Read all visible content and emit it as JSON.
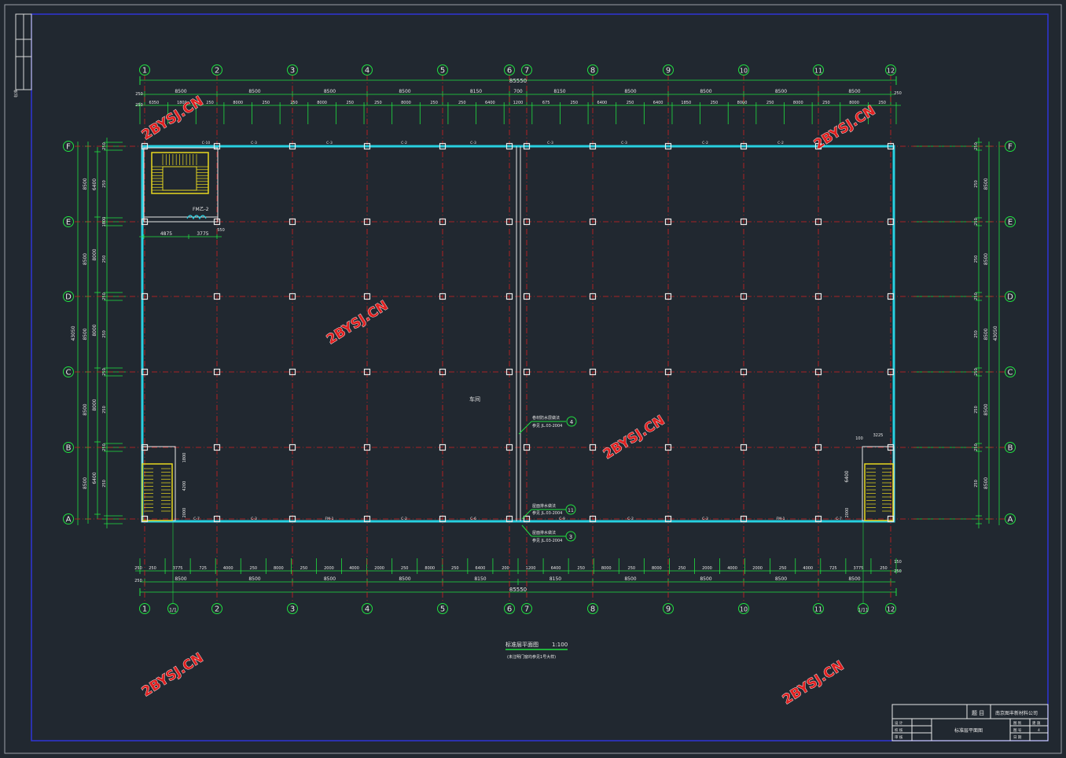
{
  "colors": {
    "background": "#212830",
    "frame": "#2f34d8",
    "grid_axis": "#d42020",
    "wall": "#28d0e0",
    "dimension": "#20e040",
    "column": "#e8e8e8",
    "stair": "#e8d820",
    "text": "#e8e8e8",
    "watermark": "#e02020"
  },
  "axes": {
    "columns_top": [
      "1",
      "2",
      "3",
      "4",
      "5",
      "6",
      "7",
      "8",
      "9",
      "10",
      "11",
      "12"
    ],
    "columns_bottom": [
      "1",
      "1/1",
      "2",
      "3",
      "4",
      "5",
      "6",
      "7",
      "8",
      "9",
      "10",
      "11",
      "1/11",
      "12"
    ],
    "rows": [
      "F",
      "E",
      "D",
      "C",
      "B",
      "A"
    ]
  },
  "dimensions": {
    "total_length": "85550",
    "total_width": "43050",
    "top_bays": [
      "8500",
      "8500",
      "8500",
      "8500",
      "8150",
      "700",
      "8150",
      "8500",
      "8500",
      "8500",
      "8500"
    ],
    "top_inner": [
      "6350",
      "1800",
      "250",
      "8000",
      "250",
      "250",
      "8000",
      "250",
      "250",
      "8000",
      "250",
      "250",
      "6400",
      "1200",
      "675",
      "250",
      "6400",
      "250",
      "6400",
      "1850",
      "250",
      "8000",
      "250",
      "8000",
      "250",
      "8000",
      "250"
    ],
    "top_edge": [
      "250",
      "250",
      "250"
    ],
    "bottom_bays": [
      "8500",
      "8500",
      "8500",
      "8500",
      "8150",
      "8150",
      "8500",
      "8500",
      "8500",
      "8500"
    ],
    "bottom_inner": [
      "250",
      "3775",
      "725",
      "4000",
      "250",
      "8000",
      "250",
      "2000",
      "4000",
      "2000",
      "250",
      "8000",
      "250",
      "6400",
      "200",
      "1200",
      "6400",
      "250",
      "8000",
      "250",
      "8000",
      "250",
      "2000",
      "4000",
      "2000",
      "250",
      "4000",
      "725",
      "3775",
      "250"
    ],
    "bottom_edge": [
      "250",
      "250",
      "150",
      "250"
    ],
    "left_rows": [
      "8500",
      "8500",
      "8500",
      "8500",
      "8500"
    ],
    "left_inner": [
      "6400",
      "8000",
      "8000",
      "8000",
      "6400"
    ],
    "left_small": [
      "250",
      "250",
      "1800",
      "250",
      "250",
      "250",
      "250",
      "250",
      "250",
      "250"
    ],
    "right_rows": [
      "8500",
      "8500",
      "8500",
      "8500",
      "8500"
    ],
    "right_small": [
      "250",
      "250",
      "250",
      "250",
      "250",
      "250",
      "250",
      "250",
      "250",
      "250"
    ],
    "stair_top": [
      "4875",
      "3775",
      "550"
    ],
    "stair_bottom_left": [
      "4200",
      "2000",
      "1800"
    ],
    "stair_bottom_right": [
      "6400",
      "2000",
      "3225",
      "100"
    ]
  },
  "labels": {
    "room": "车间",
    "door_label": "FM乙-2",
    "callout_1": "卷材防水层做法",
    "callout_1_ref": "参见 JL.03-2004",
    "callout_1_num": "4",
    "callout_2": "屋面排水做法",
    "callout_2_ref": "参见 JL.03-2004",
    "callout_2_num": "11",
    "callout_3": "屋面排水做法",
    "callout_3_ref": "参见 JL.03-2004",
    "callout_3_num": "3",
    "wall_tags_top": [
      "C-10",
      "C-3",
      "C-3",
      "C-2",
      "C-3",
      "C-3",
      "C-3",
      "C-2",
      "C-2"
    ],
    "wall_tags_bottom": [
      "C-7",
      "C-3",
      "FM-1",
      "C-2",
      "C-6",
      "C-9",
      "C-2",
      "C-3",
      "FM-1",
      "C-7"
    ]
  },
  "drawing_title": {
    "name": "标准层平面图",
    "scale": "1:100",
    "note": "(未注明门窗均参见1号大样)"
  },
  "title_block": {
    "project_label": "题 目",
    "company": "南京图丰新材料公司",
    "sheet_name": "标准层平面图",
    "rows_left": [
      "设 计",
      "校 核",
      "审 核"
    ],
    "rows_right": [
      "图 别",
      "图 号",
      "日 期"
    ],
    "values_right": [
      "建 施",
      "4",
      ""
    ]
  },
  "watermark": "2BYSJ.CN",
  "side_stamp": "标准"
}
